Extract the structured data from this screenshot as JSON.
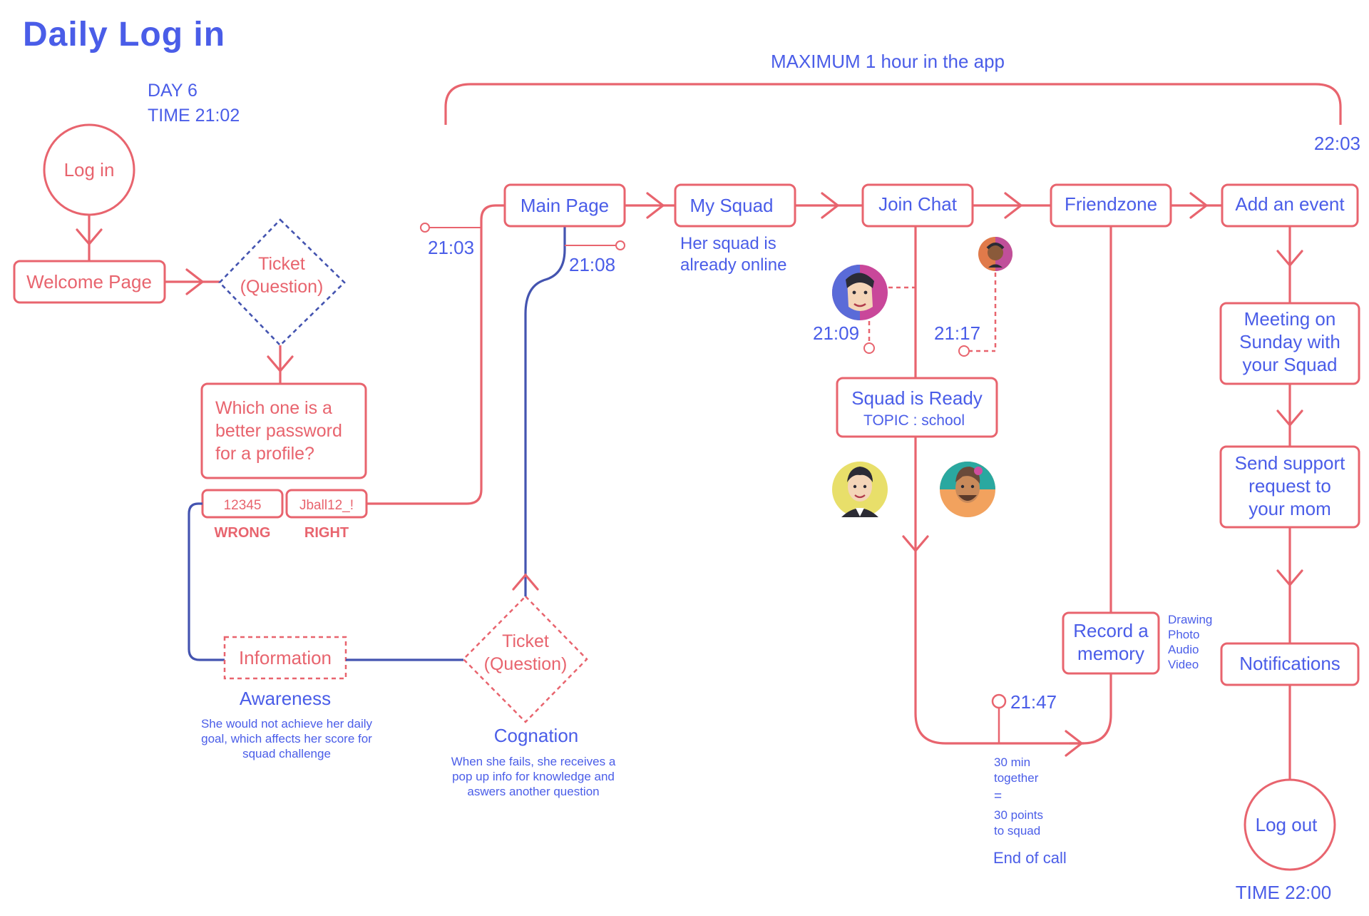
{
  "title": "Daily Log in",
  "day": "DAY 6",
  "start_time": "TIME 21:02",
  "max_label": "MAXIMUM 1  hour in the app",
  "end_bracket_time": "22:03",
  "nodes": {
    "login": "Log in",
    "welcome": "Welcome Page",
    "ticket1_line1": "Ticket",
    "ticket1_line2": "(Question)",
    "question_line1": "Which one is a",
    "question_line2": "better password",
    "question_line3": "for a profile?",
    "opt_wrong_value": "12345",
    "opt_right_value": "Jball12_!",
    "opt_wrong_label": "WRONG",
    "opt_right_label": "RIGHT",
    "information": "Information",
    "awareness": "Awareness",
    "awareness_desc_1": "She would not achieve her daily",
    "awareness_desc_2": "goal, which affects her score for",
    "awareness_desc_3": "squad challenge",
    "ticket2_line1": "Ticket",
    "ticket2_line2": "(Question)",
    "cognation": "Cognation",
    "cognation_desc_1": "When she fails, she receives a",
    "cognation_desc_2": "pop up info for knowledge and",
    "cognation_desc_3": "aswers another question",
    "main_page": "Main Page",
    "time_main": "21:03",
    "time_return": "21:08",
    "my_squad": "My Squad",
    "squad_desc_1": "Her squad is",
    "squad_desc_2": "already online",
    "join_chat": "Join Chat",
    "time_join1": "21:09",
    "time_join2": "21:17",
    "squad_ready": "Squad is Ready",
    "topic": "TOPIC : school",
    "time_call": "21:47",
    "call_note_1": "30 min",
    "call_note_2": "together",
    "call_note_3": "=",
    "call_note_4": "30 points",
    "call_note_5": "to squad",
    "end_call": "End of call",
    "friendzone": "Friendzone",
    "record_line1": "Record a",
    "record_line2": "memory",
    "media_1": "Drawing",
    "media_2": "Photo",
    "media_3": "Audio",
    "media_4": "Video",
    "add_event": "Add an event",
    "meeting_1": "Meeting on",
    "meeting_2": "Sunday with",
    "meeting_3": "your Squad",
    "support_1": "Send support",
    "support_2": "request to",
    "support_3": "your mom",
    "notifications": "Notifications",
    "logout": "Log out",
    "end_time": "TIME 22:00"
  },
  "colors": {
    "red": "#e8646e",
    "blue_text": "#4a5de8",
    "blue_line": "#4454b0"
  }
}
